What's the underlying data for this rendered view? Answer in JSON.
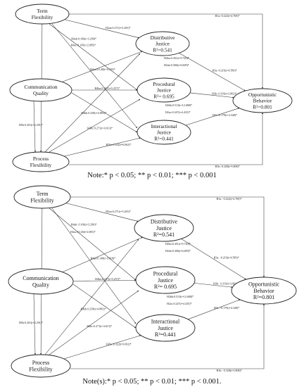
{
  "panels": [
    {
      "nodes": {
        "term": {
          "lines": [
            "Term",
            "Flexibility"
          ],
          "r2": null
        },
        "comm": {
          "lines": [
            "Communication",
            "Quality"
          ],
          "r2": null
        },
        "process": {
          "lines": [
            "Process",
            "Flexibility"
          ],
          "r2": null
        },
        "dist": {
          "lines": [
            "Distributive",
            "Justice"
          ],
          "r2": "R²=0.541"
        },
        "proc": {
          "lines": [
            "Procedural",
            "Justice"
          ],
          "r2": "R²= 0.695"
        },
        "inter": {
          "lines": [
            "Interactional",
            "Justice"
          ],
          "r2": "R²=0.441"
        },
        "opp": {
          "lines": [
            "Opportunistic",
            "Behavior"
          ],
          "r2": "R²=0.801"
        }
      },
      "edges": [
        {
          "id": "H1a",
          "label": "H1a:-0.222(t=4.769)*"
        },
        {
          "id": "H2aa",
          "label": "H2aa:0.271(t=5.265)*"
        },
        {
          "id": "H3a",
          "label": "H3a:-0.123(t=1.642)"
        },
        {
          "id": "H4aa",
          "label": "H4aa:0.148(t=3.018)*"
        },
        {
          "id": "H4ab",
          "label": "H4ab:0.166(t=3.290)*"
        },
        {
          "id": "H4ac",
          "label": "H4ac:0.145(t=2.085)*"
        },
        {
          "id": "H4ba",
          "label": "H4ba:0.247(t=5.257)*"
        },
        {
          "id": "H4bb",
          "label": "H4bb:0.258(t=4.883)*"
        },
        {
          "id": "H4bc",
          "label": "H4bc:0.271(t=4.613)*"
        },
        {
          "id": "H2ba",
          "label": "H2ba:0.451(t=9.720)*"
        },
        {
          "id": "H2ab",
          "label": "H2ab:0.306(t=6.609)*"
        },
        {
          "id": "H2bb",
          "label": "H2bb:0.513(t=12.688)*"
        },
        {
          "id": "H2ac",
          "label": "H2ac:0.247(t=4.435)*"
        },
        {
          "id": "H3a2",
          "label": "H3a:-0.216(t=4.589)*"
        },
        {
          "id": "H3b",
          "label": "H3b:-0.193(t=3.863)*"
        },
        {
          "id": "H3c",
          "label": "H3c:-0.179(t=4.348)*"
        },
        {
          "id": "H5b",
          "label": "H5b:0.201(t=2.291)*"
        },
        {
          "id": "H2bc",
          "label": "H2bc:0.322(t=6.062)*"
        },
        {
          "id": "H1b",
          "label": "H1b:-0.328(t=5.808)*"
        }
      ],
      "note": "Note:* p < 0.05; ** p < 0.01; *** p < 0.001"
    },
    {
      "nodes": {
        "term": {
          "lines": [
            "Term",
            "Flexibility"
          ],
          "r2": null
        },
        "comm": {
          "lines": [
            "Communication",
            "Quality"
          ],
          "r2": null
        },
        "process": {
          "lines": [
            "Process",
            "Flexibility"
          ],
          "r2": null
        },
        "dist": {
          "lines": [
            "Distributive",
            "Justice"
          ],
          "r2": "R²=0.541"
        },
        "proc": {
          "lines": [
            "Procedural",
            "Justice"
          ],
          "r2": "R²= 0.695"
        },
        "inter": {
          "lines": [
            "Interactional",
            "Justice"
          ],
          "r2": "R²=0.441"
        },
        "opp": {
          "lines": [
            "Opportunistic",
            "Behavior"
          ],
          "r2": "R²=0.801"
        }
      },
      "edges": [
        {
          "id": "H1a",
          "label": "H1a: -0.222(t=4.769)*"
        },
        {
          "id": "H2aa",
          "label": "H2aa:0.271(t=5.265)*"
        },
        {
          "id": "H3a",
          "label": "H3a: -0.123(t=1.642)"
        },
        {
          "id": "H4aa",
          "label": "H4aa:0.148(t=3.018)*"
        },
        {
          "id": "H4ab",
          "label": "H4ab: 0.166(t=3.290)*"
        },
        {
          "id": "H4ac",
          "label": "H4ac:0.145(t=2.085)*"
        },
        {
          "id": "H4ba",
          "label": "H4ba:0.247(t=5.257)*"
        },
        {
          "id": "H4bb",
          "label": "H4bb:0.258(t=4.883)*"
        },
        {
          "id": "H4bc",
          "label": "H4bc:0.271(t=4.613)*"
        },
        {
          "id": "H2ba",
          "label": "H2ba:0.451(t=9.720)*"
        },
        {
          "id": "H2ab",
          "label": "H2ab:0.306(t=6.609)*"
        },
        {
          "id": "H2bb",
          "label": "H2bb:0.513(t=12.688)*"
        },
        {
          "id": "H2ac",
          "label": "H2ac:0.247(t=4.435)*"
        },
        {
          "id": "H3a2",
          "label": "H3a: -0.216(t=4.589)*"
        },
        {
          "id": "H3b",
          "label": "H3b: -0.193(t=3.863)*"
        },
        {
          "id": "H3c",
          "label": "H3c: -0.179(t=4.348)*"
        },
        {
          "id": "H5b",
          "label": "H5b:0.201(t=2.291)*"
        },
        {
          "id": "H2bc",
          "label": "H2bc:0.322(t=6.062)*"
        },
        {
          "id": "H1b",
          "label": "H1b: -0.328(t=5.808)*"
        }
      ],
      "note": "Note(s):* p < 0.05; ** p < 0.01; *** p < 0.001."
    }
  ]
}
